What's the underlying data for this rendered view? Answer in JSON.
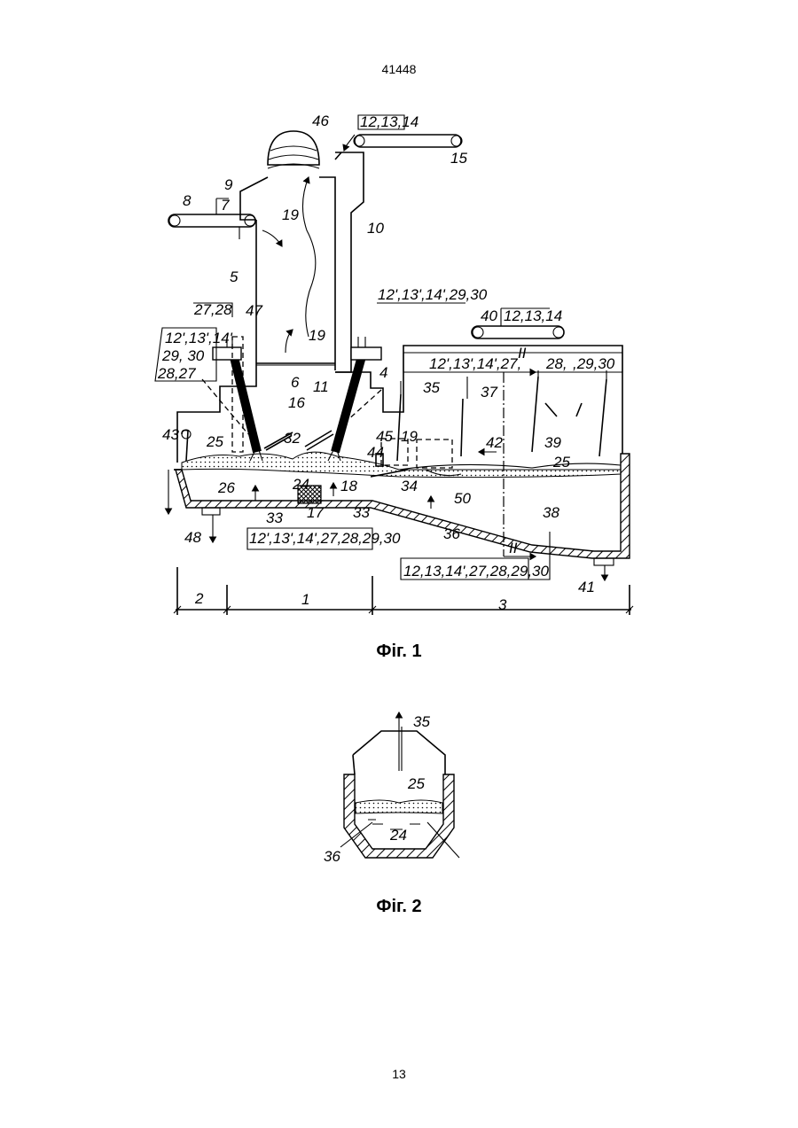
{
  "page": {
    "top_number": "41448",
    "bottom_number": "13"
  },
  "figure1": {
    "caption": "Фіг. 1",
    "labels": {
      "l46": "46",
      "l15": "15",
      "lbox_top": "12,13,14",
      "l9": "9",
      "l8": "8",
      "l7": "7",
      "l19a": "19",
      "l10": "10",
      "l5": "5",
      "lbox_electrode": "12',13',14',29,30",
      "lbox_2728": "27,28",
      "l47": "47",
      "l19b": "19",
      "l40": "40",
      "lbox_40": "12,13,14",
      "lbox_left_a": "12',13',14'",
      "lbox_left_b": "29, 30",
      "lbox_left_c": "28,27",
      "l6": "6",
      "l11": "11",
      "l4": "4",
      "lbox_zone3_a": "12',13',14',27,",
      "lroman_top": "II",
      "lbox_zone3_b": "28,",
      "lbox_zone3_c": ",29,30",
      "l35": "35",
      "l37": "37",
      "l16": "16",
      "l43": "43",
      "l25a": "25",
      "l32": "32",
      "l45": "45",
      "l44": "44",
      "l19c": "19",
      "l42": "42",
      "l39": "39",
      "l25b": "25",
      "l26": "26",
      "l24": "24",
      "l18": "18",
      "l34": "34",
      "l50": "50",
      "l38": "38",
      "l33a": "33",
      "l17": "17",
      "l33b": "33",
      "l48": "48",
      "lbox_bottom_left": "12',13',14',27,28,29,30",
      "l36": "36",
      "lroman_bottom": "II",
      "lbox_bottom_right": "12,13,14',27,28,29,30",
      "l41": "41",
      "zone2": "2",
      "zone1": "1",
      "zone3": "3"
    }
  },
  "figure2": {
    "caption": "Фіг. 2",
    "labels": {
      "l35": "35",
      "l25": "25",
      "l24": "24",
      "l36": "36"
    }
  }
}
